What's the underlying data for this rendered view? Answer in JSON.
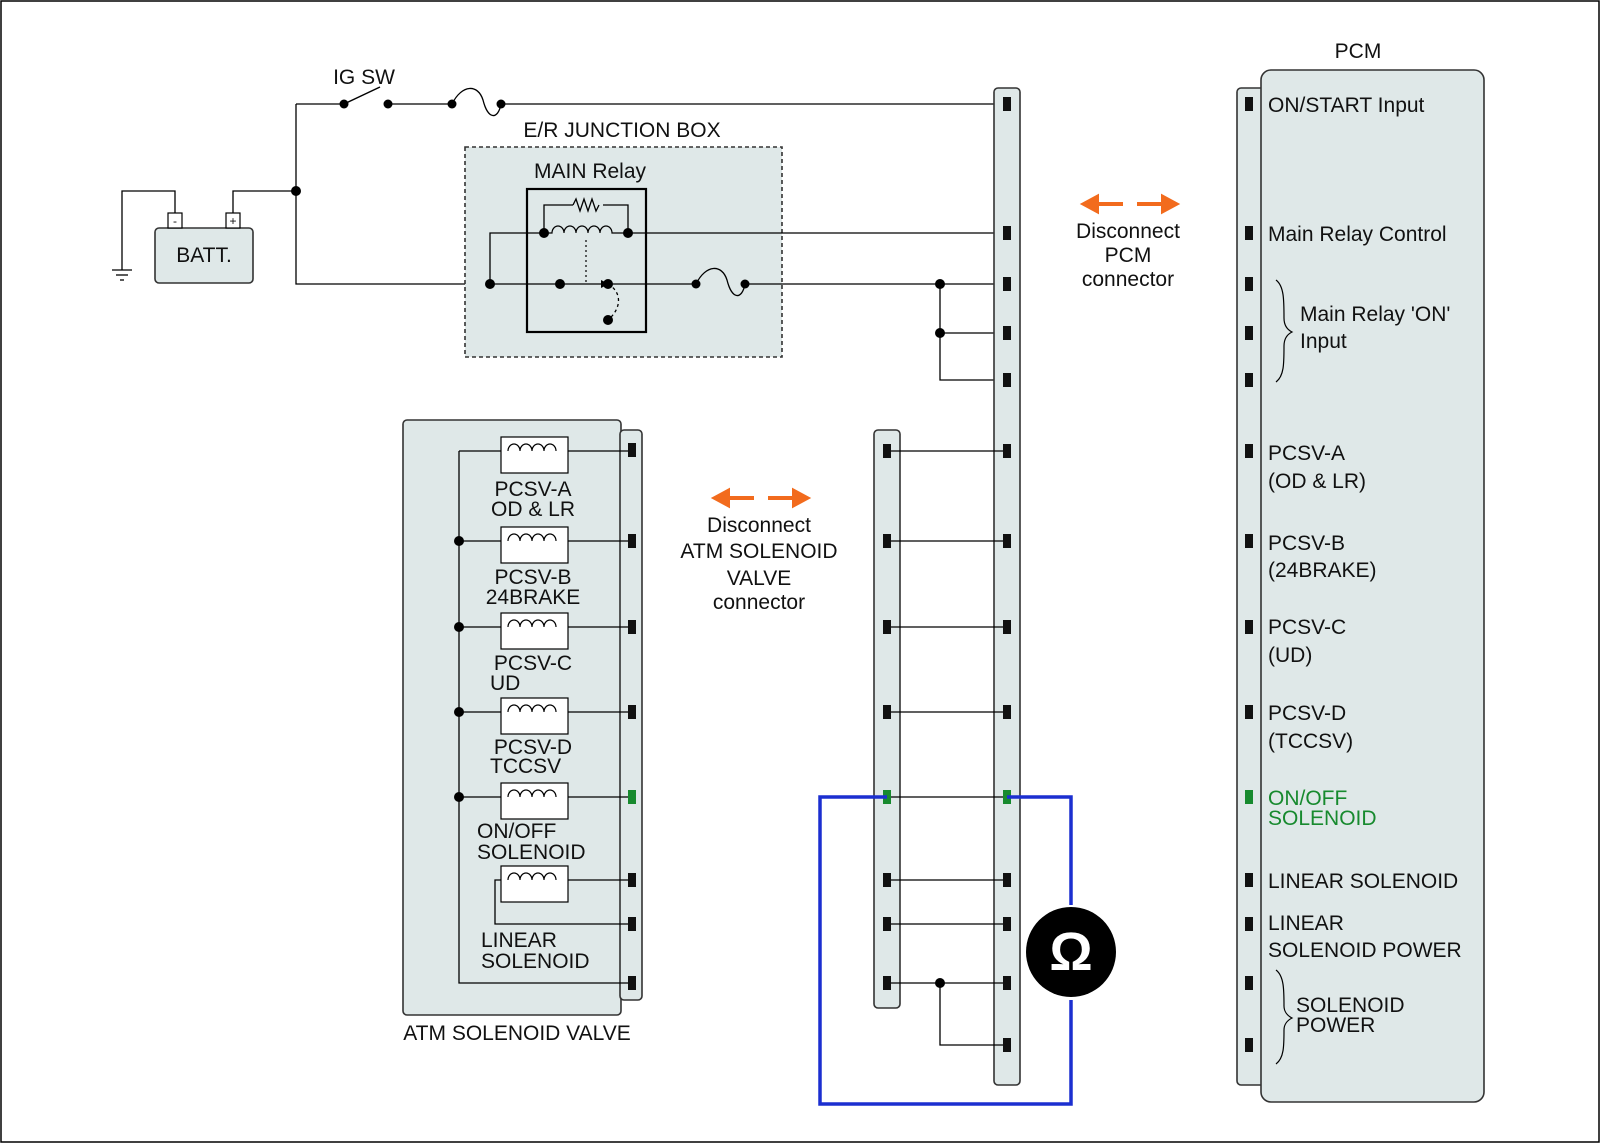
{
  "power": {
    "ig_sw": "IG SW",
    "battery": "BATT.",
    "battery_neg": "-",
    "battery_pos": "+",
    "junction_box": "E/R JUNCTION BOX",
    "main_relay": "MAIN Relay"
  },
  "pcm": {
    "title": "PCM",
    "terminals": {
      "on_start": "ON/START Input",
      "main_relay_control": "Main Relay Control",
      "main_relay_on_1": "Main Relay 'ON'",
      "main_relay_on_2": "Input",
      "pcsv_a_1": "PCSV-A",
      "pcsv_a_2": "(OD & LR)",
      "pcsv_b_1": "PCSV-B",
      "pcsv_b_2": "(24BRAKE)",
      "pcsv_c_1": "PCSV-C",
      "pcsv_c_2": "(UD)",
      "pcsv_d_1": "PCSV-D",
      "pcsv_d_2": "(TCCSV)",
      "on_off_1": "ON/OFF",
      "on_off_2": "SOLENOID",
      "linear": "LINEAR SOLENOID",
      "linear_power_1": "LINEAR",
      "linear_power_2": "SOLENOID POWER",
      "sol_power_1": "SOLENOID",
      "sol_power_2": "POWER"
    }
  },
  "atm": {
    "title": "ATM SOLENOID VALVE",
    "solenoids": {
      "pcsv_a_1": "PCSV-A",
      "pcsv_a_2": "OD & LR",
      "pcsv_b_1": "PCSV-B",
      "pcsv_b_2": "24BRAKE",
      "pcsv_c_1": "PCSV-C",
      "pcsv_c_2": "UD",
      "pcsv_d_1": "PCSV-D",
      "pcsv_d_2": "TCCSV",
      "on_off_1": "ON/OFF",
      "on_off_2": "SOLENOID",
      "linear_1": "LINEAR",
      "linear_2": "SOLENOID"
    }
  },
  "notes": {
    "pcm_disconnect_1": "Disconnect",
    "pcm_disconnect_2": "PCM",
    "pcm_disconnect_3": "connector",
    "atm_disconnect_1": "Disconnect",
    "atm_disconnect_2": "ATM SOLENOID",
    "atm_disconnect_3": "VALVE",
    "atm_disconnect_4": "connector"
  },
  "meter": {
    "symbol": "Ω"
  },
  "colors": {
    "highlight": "#178a2e",
    "measure_loop": "#1b2fd0",
    "arrow": "#f26b1d",
    "panel": "#dfe8e8"
  }
}
